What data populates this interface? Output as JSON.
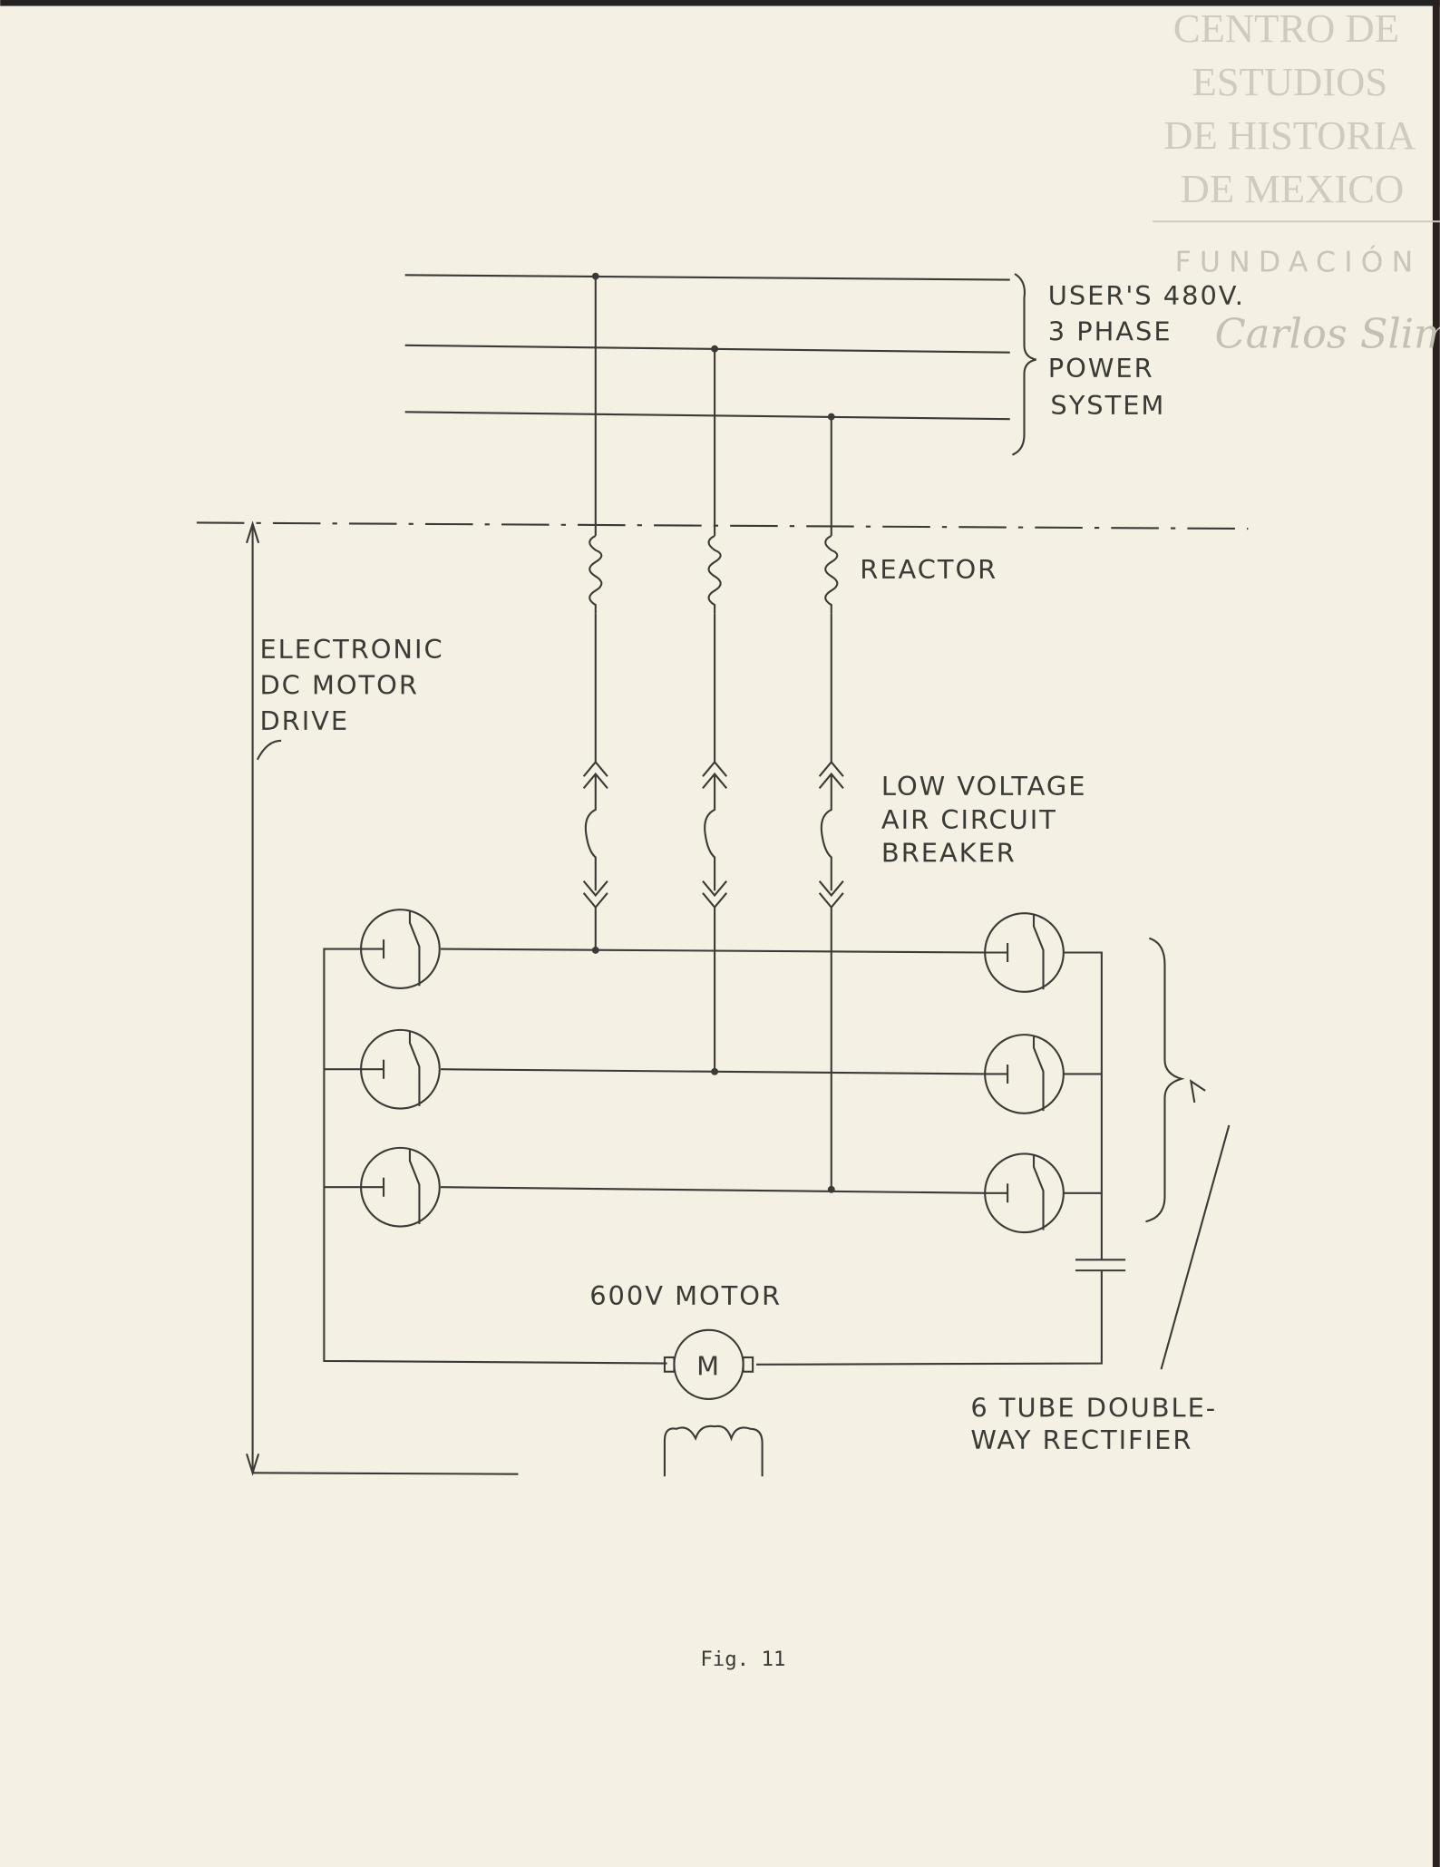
{
  "watermark": {
    "lines": [
      "CENTRO DE",
      "ESTUDIOS",
      "DE HISTORIA",
      "DE MEXICO"
    ],
    "foundation": "FUNDACIÓN",
    "signature": "Carlos Slim"
  },
  "labels": {
    "power_system": [
      "USER'S 480V.",
      "3 PHASE",
      "POWER",
      "SYSTEM"
    ],
    "reactor": "REACTOR",
    "breaker": [
      "LOW VOLTAGE",
      "AIR CIRCUIT",
      "BREAKER"
    ],
    "drive": [
      "ELECTRONIC",
      "DC MOTOR",
      "DRIVE"
    ],
    "motor": "600V MOTOR",
    "motor_symbol": "M",
    "rectifier": [
      "6 TUBE DOUBLE-",
      "WAY RECTIFIER"
    ]
  },
  "caption": "Fig. 11"
}
